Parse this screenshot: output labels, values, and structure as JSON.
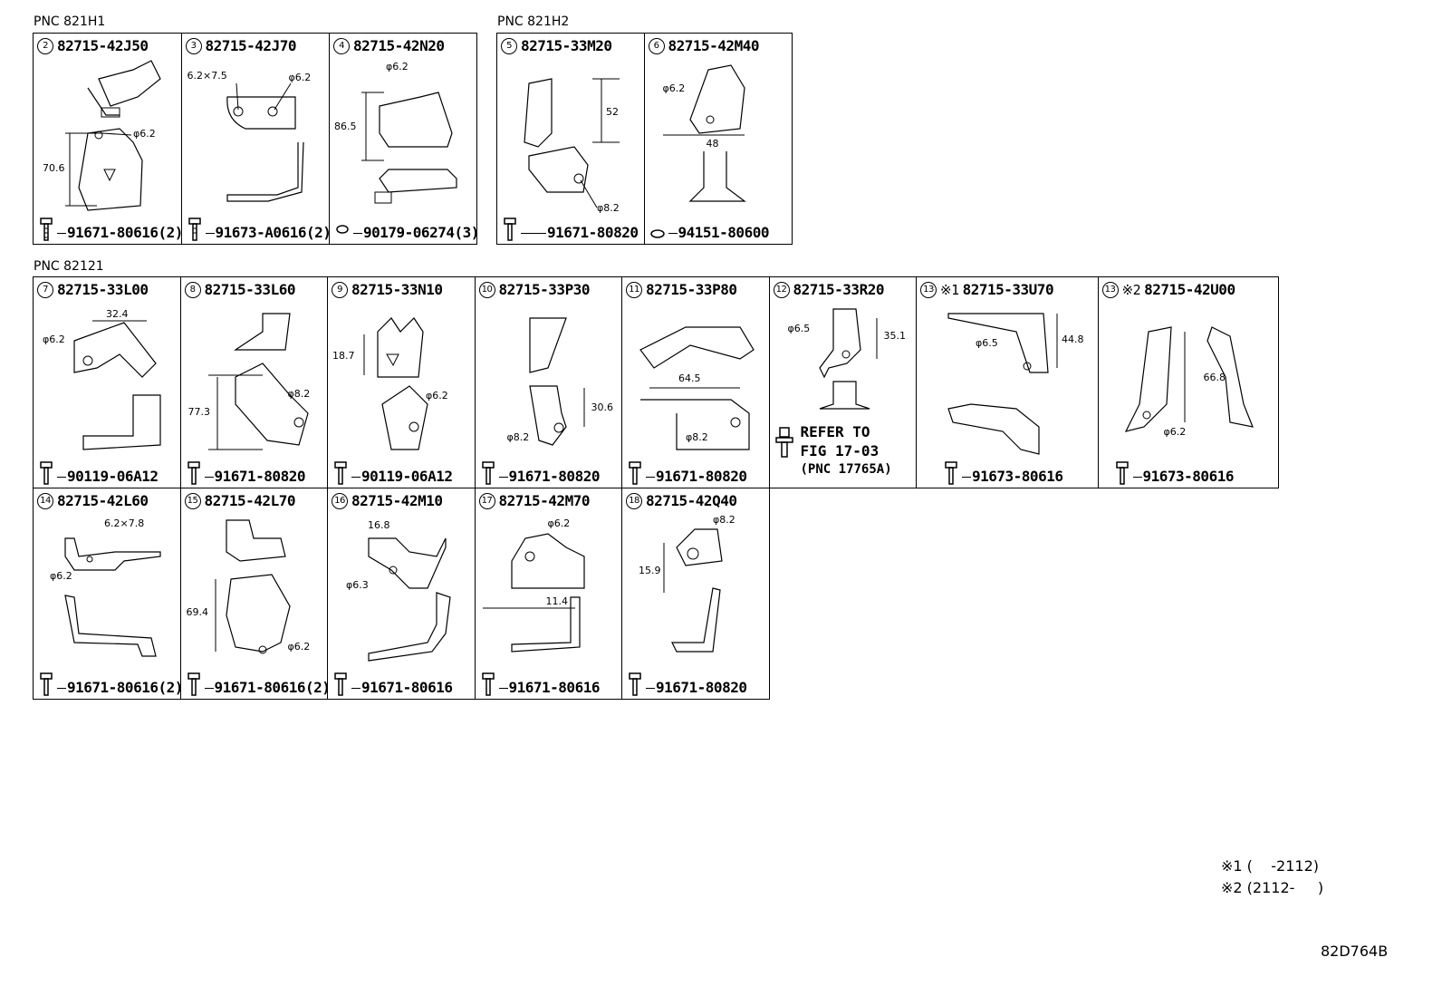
{
  "groups": {
    "g1": "PNC 821H1",
    "g2": "PNC 821H2",
    "g3": "PNC 82121"
  },
  "parts": [
    {
      "n": "2",
      "pn": "82715-42J50",
      "bolt": "91671-80616(2)",
      "dims": [
        "φ6.2",
        "70.6"
      ]
    },
    {
      "n": "3",
      "pn": "82715-42J70",
      "bolt": "91673-A0616(2)",
      "dims": [
        "6.2×7.5",
        "φ6.2"
      ]
    },
    {
      "n": "4",
      "pn": "82715-42N20",
      "bolt": "90179-06274(3)",
      "dims": [
        "φ6.2",
        "86.5"
      ]
    },
    {
      "n": "5",
      "pn": "82715-33M20",
      "bolt": "91671-80820",
      "dims": [
        "52",
        "φ8.2"
      ]
    },
    {
      "n": "6",
      "pn": "82715-42M40",
      "bolt": "94151-80600",
      "dims": [
        "φ6.2",
        "48"
      ]
    },
    {
      "n": "7",
      "pn": "82715-33L00",
      "bolt": "90119-06A12",
      "dims": [
        "32.4",
        "φ6.2"
      ]
    },
    {
      "n": "8",
      "pn": "82715-33L60",
      "bolt": "91671-80820",
      "dims": [
        "77.3",
        "φ8.2"
      ]
    },
    {
      "n": "9",
      "pn": "82715-33N10",
      "bolt": "90119-06A12",
      "dims": [
        "18.7",
        "φ6.2"
      ]
    },
    {
      "n": "10",
      "pn": "82715-33P30",
      "bolt": "91671-80820",
      "dims": [
        "30.6",
        "φ8.2"
      ]
    },
    {
      "n": "11",
      "pn": "82715-33P80",
      "bolt": "91671-80820",
      "dims": [
        "64.5",
        "φ8.2"
      ]
    },
    {
      "n": "12",
      "pn": "82715-33R20",
      "bolt": "",
      "dims": [
        "φ6.5",
        "35.1"
      ]
    },
    {
      "n": "13",
      "mark": "※1",
      "pn": "82715-33U70",
      "bolt": "91673-80616",
      "dims": [
        "φ6.5",
        "44.8"
      ]
    },
    {
      "n": "13",
      "mark": "※2",
      "pn": "82715-42U00",
      "bolt": "91673-80616",
      "dims": [
        "66.8",
        "φ6.2"
      ]
    },
    {
      "n": "14",
      "pn": "82715-42L60",
      "bolt": "91671-80616(2)",
      "dims": [
        "6.2×7.8",
        "φ6.2"
      ]
    },
    {
      "n": "15",
      "pn": "82715-42L70",
      "bolt": "91671-80616(2)",
      "dims": [
        "69.4",
        "φ6.2"
      ]
    },
    {
      "n": "16",
      "pn": "82715-42M10",
      "bolt": "91671-80616",
      "dims": [
        "16.8",
        "φ6.3"
      ]
    },
    {
      "n": "17",
      "pn": "82715-42M70",
      "bolt": "91671-80616",
      "dims": [
        "φ6.2",
        "11.4"
      ]
    },
    {
      "n": "18",
      "pn": "82715-42Q40",
      "bolt": "91671-80820",
      "dims": [
        "φ8.2",
        "15.9"
      ]
    }
  ],
  "refer": {
    "line1": "REFER TO",
    "line2": "FIG 17-03",
    "line3": "(PNC 17765A)"
  },
  "notes": {
    "n1": "※1 (    -2112)",
    "n2": "※2 (2112-     )"
  },
  "figure_code": "82D764B"
}
